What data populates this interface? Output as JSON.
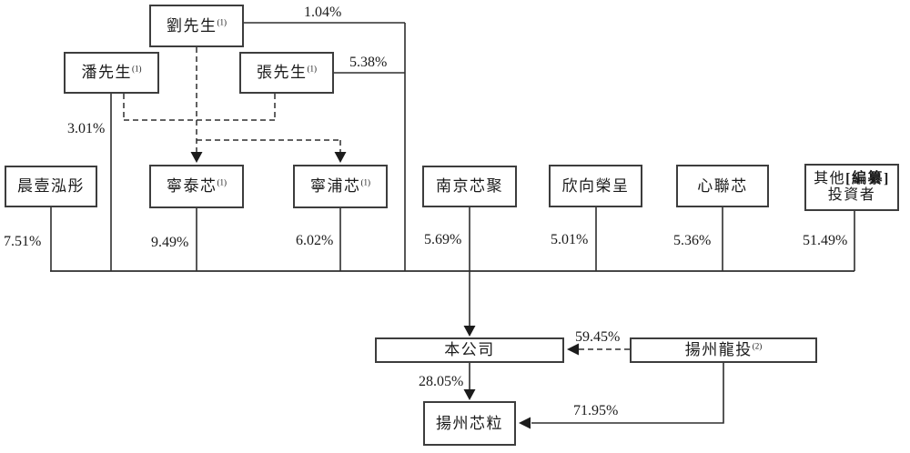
{
  "diagram_title": "shareholding-structure-chart",
  "nodes": {
    "mr_liu": {
      "label": "劉先生",
      "sup": "(1)"
    },
    "mr_pan": {
      "label": "潘先生",
      "sup": "(1)"
    },
    "mr_zhang": {
      "label": "張先生",
      "sup": "(1)"
    },
    "chenyi_hongtong": {
      "label": "晨壹泓彤"
    },
    "ningtaixin": {
      "label": "寧泰芯",
      "sup": "(1)"
    },
    "ningpuxin": {
      "label": "寧浦芯",
      "sup": "(1)"
    },
    "nanjing_xinju": {
      "label": "南京芯聚"
    },
    "xinxiang_rongcheng": {
      "label": "欣向榮呈"
    },
    "xinlianxin": {
      "label": "心聯芯"
    },
    "other_investors": {
      "line1_prefix": "其他",
      "line1_redacted": "[編纂]",
      "line2": "投資者"
    },
    "the_company": {
      "label": "本公司"
    },
    "yangzhou_longtou": {
      "label": "揚州龍投",
      "sup": "(2)"
    },
    "yangzhou_xinli": {
      "label": "揚州芯粒"
    }
  },
  "ownership_labels": {
    "liu_to_company": "1.04%",
    "zhang_to_company": "5.38%",
    "pan_to_company": "3.01%",
    "chenyi_to_company": "7.51%",
    "ningtaixin_to_company": "9.49%",
    "ningpuxin_to_company": "6.02%",
    "nanjing_to_company": "5.69%",
    "xinxiang_to_company": "5.01%",
    "xinlianxin_to_company": "5.36%",
    "others_to_company": "51.49%",
    "longtou_to_company": "59.45%",
    "company_to_xinli": "28.05%",
    "longtou_to_xinli": "71.95%"
  },
  "colors": {
    "line": "#2e2e2e",
    "box_border": "#3d3d3d",
    "text": "#1a1a1a",
    "background": "#ffffff"
  }
}
